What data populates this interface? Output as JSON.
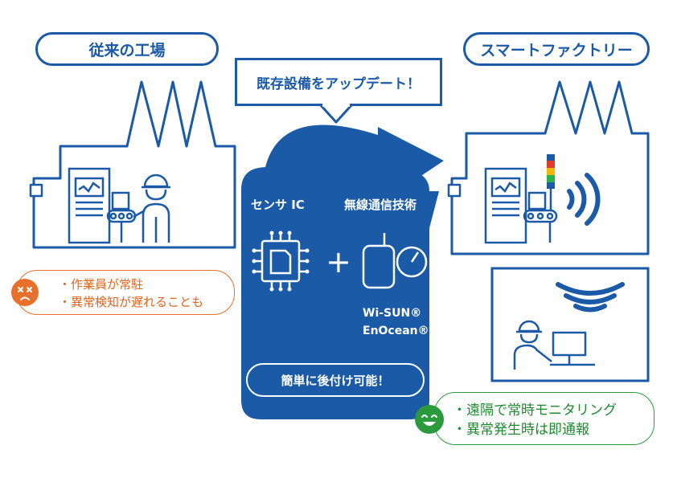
{
  "labels": {
    "old_factory": "従来の工場",
    "smart_factory": "スマートファクトリー",
    "update_callout": "既存設備をアップデート！",
    "sensor_ic": "センサ IC",
    "wireless": "無線通信技術",
    "plus": "+",
    "wisun": "Wi-SUN®",
    "enocean": "EnOcean®",
    "retrofit": "簡単に後付け可能！"
  },
  "bad_points": [
    "・作業員が常駐",
    "・異常検知が遅れることも"
  ],
  "good_points": [
    "・遠隔で常時モニタリング",
    "・異常発生時は即通報"
  ],
  "colors": {
    "primary": "#1a5aa6",
    "orange": "#e8702a",
    "green": "#2b9a3c",
    "lamp_red": "#e23b2a",
    "lamp_yellow": "#f2b705",
    "lamp_green": "#2bb04a"
  }
}
